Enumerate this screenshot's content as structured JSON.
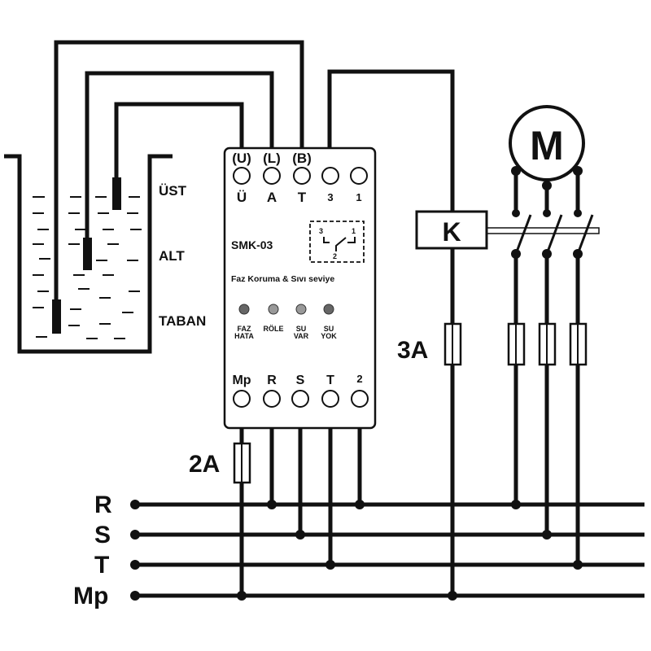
{
  "tank": {
    "labels": {
      "top": "ÜST",
      "low": "ALT",
      "base": "TABAN"
    }
  },
  "device": {
    "model": "SMK-03",
    "subtitle": "Faz Koruma & Sıvı seviye",
    "top_terminals": [
      {
        "paren": "(U)",
        "label": "Ü"
      },
      {
        "paren": "(L)",
        "label": "A"
      },
      {
        "paren": "(B)",
        "label": "T"
      },
      {
        "paren": "",
        "label": "3"
      },
      {
        "paren": "",
        "label": "1"
      }
    ],
    "relay_pins": {
      "a": "3",
      "b": "1",
      "c": "2"
    },
    "leds": [
      {
        "line1": "FAZ",
        "line2": "HATA"
      },
      {
        "line1": "RÖLE",
        "line2": ""
      },
      {
        "line1": "SU",
        "line2": "VAR"
      },
      {
        "line1": "SU",
        "line2": "YOK"
      }
    ],
    "bottom_terminals": [
      "Mp",
      "R",
      "S",
      "T",
      "2"
    ]
  },
  "contactor": {
    "label": "K"
  },
  "motor": {
    "label": "M"
  },
  "fuses": {
    "device": "2A",
    "contactor": "3A"
  },
  "lines": [
    "R",
    "S",
    "T",
    "Mp"
  ]
}
